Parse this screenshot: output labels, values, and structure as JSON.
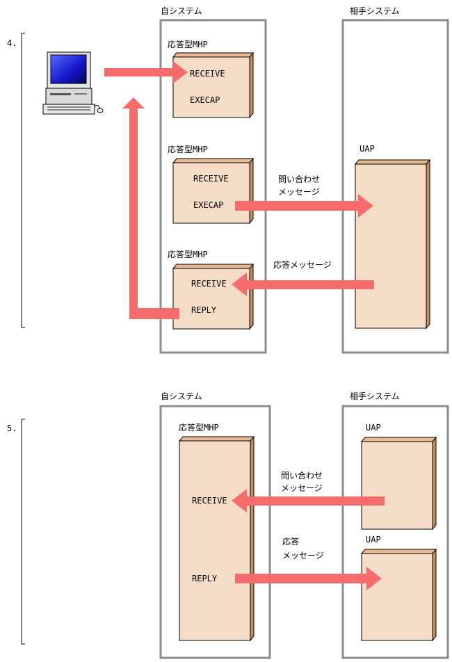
{
  "sections": [
    {
      "number": "4.",
      "own_system": "自システム",
      "partner_system": "相手システム",
      "mhp_boxes": [
        {
          "title": "応答型MHP",
          "line1": "RECEIVE",
          "line2": "EXECAP"
        },
        {
          "title": "応答型MHP",
          "line1": "RECEIVE",
          "line2": "EXECAP"
        },
        {
          "title": "応答型MHP",
          "line1": "RECEIVE",
          "line2": "REPLY"
        }
      ],
      "uap": {
        "label": "UAP"
      },
      "messages": {
        "inquiry_1": "問い合わせ",
        "inquiry_2": "メッセージ",
        "response": "応答メッセージ"
      }
    },
    {
      "number": "5.",
      "own_system": "自システム",
      "partner_system": "相手システム",
      "mhp_box": {
        "title": "応答型MHP",
        "line1": "RECEIVE",
        "line2": "REPLY"
      },
      "uap_top": {
        "label": "UAP"
      },
      "uap_bottom": {
        "label": "UAP"
      },
      "messages": {
        "inquiry_1": "問い合わせ",
        "inquiry_2": "メッセージ",
        "response_1": "応答",
        "response_2": "メッセージ"
      }
    }
  ],
  "colors": {
    "arrow": "#f66c6c",
    "box_front": "#f5dcc6",
    "box_top": "#e8ba90",
    "box_side": "#c98b58",
    "system_frame": "#8c8c8c"
  },
  "icons": [
    "computer-terminal-icon"
  ]
}
